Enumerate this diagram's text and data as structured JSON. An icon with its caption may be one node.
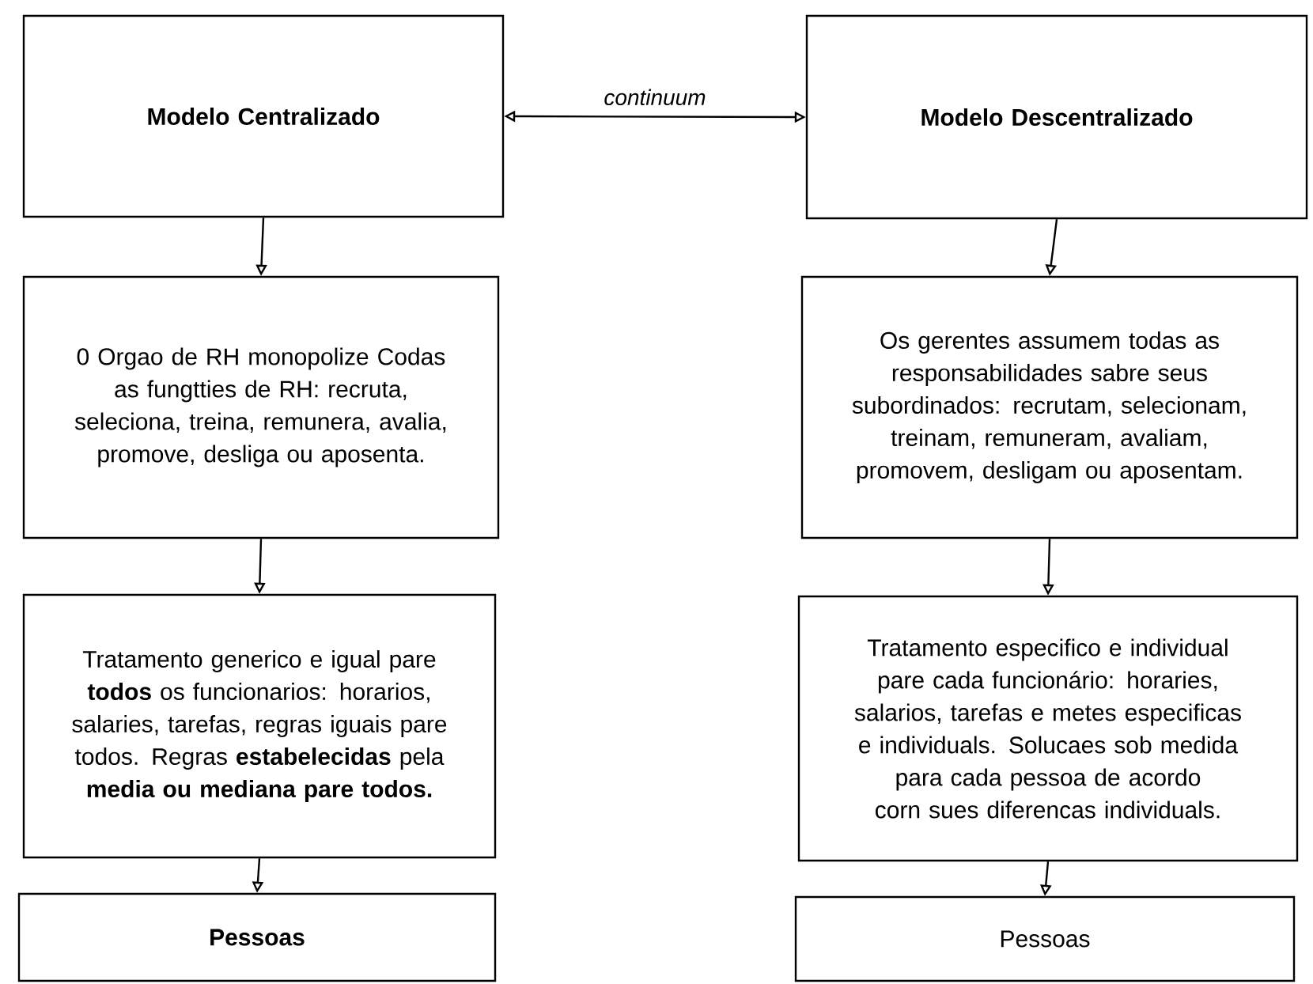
{
  "diagram": {
    "nodes": [
      {
        "text": [
          "Modelo Centralizado"
        ]
      },
      {
        "text": [
          "Modelo Descentralizado"
        ]
      },
      {
        "text": [
          "0 Orgao de RH monopolize Codas as fungtties de RH: recruta, seleciona, treina, remunera, avalia, promove, desliga ou aposenta."
        ]
      },
      {
        "text": [
          "Os gerentes assumem todas as responsabilidades sabre seus subordinados: recrutam, selecionam, treinam, remuneram, avaliam, promovem, desligam ou aposentam."
        ]
      },
      {
        "text": [
          "Tratamento generico e igual pare **todos** os funcionarios: horarios, salaries, tarefas, regras iguais pare todos. Regras **estabelecidas** pela **media ou mediana pare todos.**"
        ]
      },
      {
        "text": [
          "Tratamento especifico e individual pare cada funcionário: horaries, salarios, tarefas e metes especificas e individuals. Solucaes sob medida para cada pessoa de acordo corn sues diferencas individuals."
        ]
      },
      {
        "text": [
          "Pessoas"
        ]
      },
      {
        "text": [
          "Pessoas"
        ]
      }
    ],
    "edges": [
      {
        "from": 0,
        "to": 1,
        "arrow": "both",
        "label": "continuum"
      },
      {
        "from": 0,
        "to": 2,
        "arrow": "to"
      },
      {
        "from": 2,
        "to": 4,
        "arrow": "to"
      },
      {
        "from": 4,
        "to": 6,
        "arrow": "to"
      },
      {
        "from": 1,
        "to": 3,
        "arrow": "to"
      },
      {
        "from": 3,
        "to": 5,
        "arrow": "to"
      },
      {
        "from": 5,
        "to": 7,
        "arrow": "to"
      }
    ]
  }
}
